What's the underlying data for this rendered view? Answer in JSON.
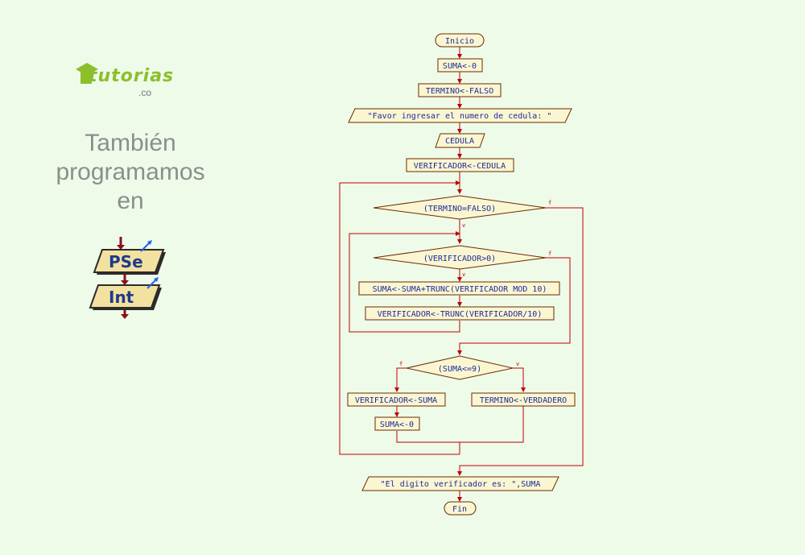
{
  "logo": {
    "brand": "tutorias",
    "tld": ".co"
  },
  "tagline": {
    "line1": "También",
    "line2": "programamos",
    "line3": "en"
  },
  "pseint": {
    "top_label": "PSe",
    "bottom_label": "Int"
  },
  "flowchart": {
    "start": "Inicio",
    "step_suma_init": "SUMA<-0",
    "step_termino_init": "TERMINO<-FALSO",
    "output_prompt": "\"Favor ingresar el numero de cedula: \"",
    "input_cedula": "CEDULA",
    "step_verificador_init": "VERIFICADOR<-CEDULA",
    "loop_outer_cond": "(TERMINO=FALSO)",
    "loop_inner_cond": "(VERIFICADOR>0)",
    "step_suma_acc": "SUMA<-SUMA+TRUNC(VERIFICADOR MOD 10)",
    "step_verificador_div": "VERIFICADOR<-TRUNC(VERIFICADOR/10)",
    "if_cond": "(SUMA<=9)",
    "false_branch_1": "VERIFICADOR<-SUMA",
    "false_branch_2": "SUMA<-0",
    "true_branch": "TERMINO<-VERDADERO",
    "output_result": "\"El digito verificador es: \",SUMA",
    "end": "Fin",
    "label_true": "v",
    "label_false": "f"
  },
  "colors": {
    "background": "#eefbe9",
    "node_fill": "#fbf6d2",
    "node_border": "#6b2a00",
    "arrow": "#c00000",
    "text": "#1d2a9a"
  }
}
